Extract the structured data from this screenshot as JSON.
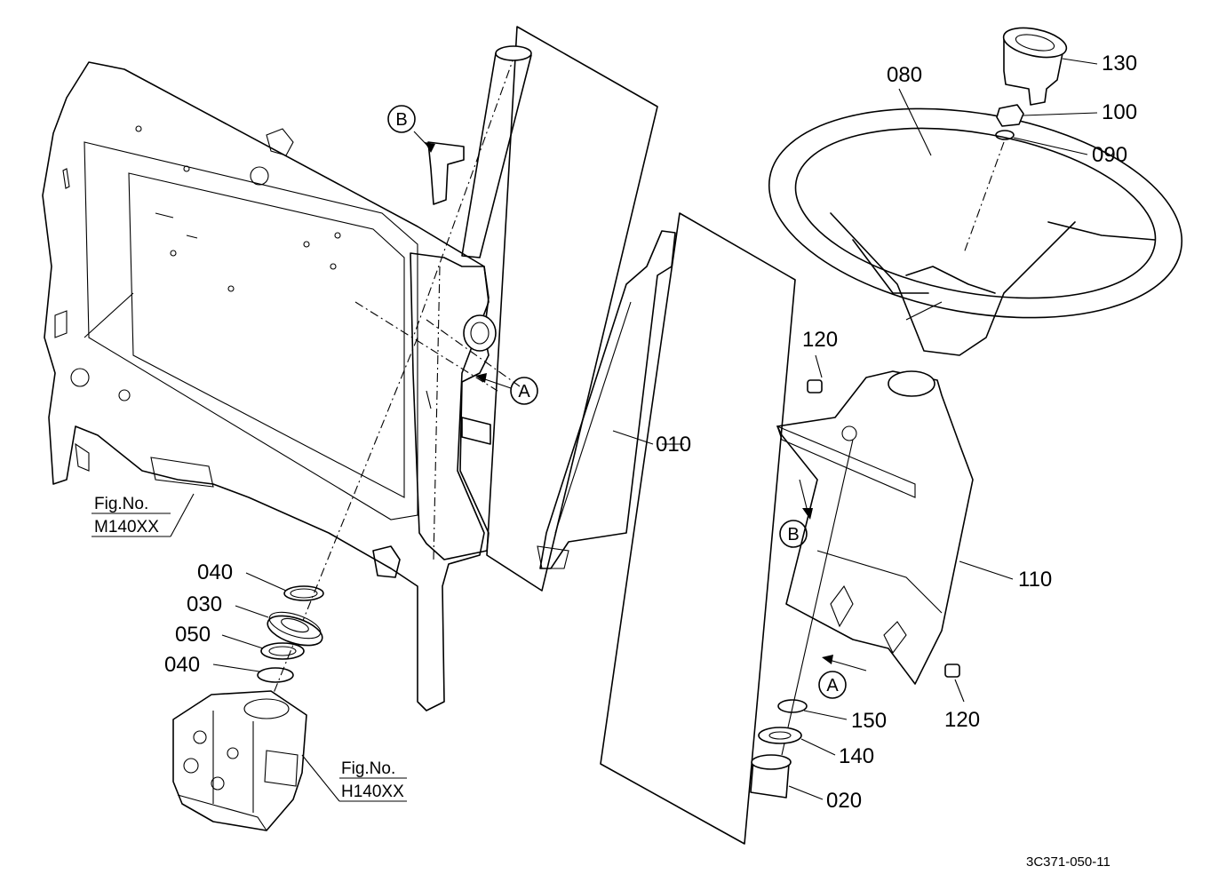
{
  "labels": {
    "p010": "010",
    "p020": "020",
    "p030": "030",
    "p040a": "040",
    "p040b": "040",
    "p050": "050",
    "p080": "080",
    "p090": "090",
    "p100": "100",
    "p110": "110",
    "p120a": "120",
    "p120b": "120",
    "p130": "130",
    "p140": "140",
    "p150": "150"
  },
  "markers": {
    "a1": "A",
    "a2": "A",
    "b1": "B",
    "b2": "B"
  },
  "refs": {
    "m_label": "Fig.No.",
    "m_code": "M140XX",
    "h_label": "Fig.No.",
    "h_code": "H140XX"
  },
  "drawing_code": "3C371-050-11"
}
